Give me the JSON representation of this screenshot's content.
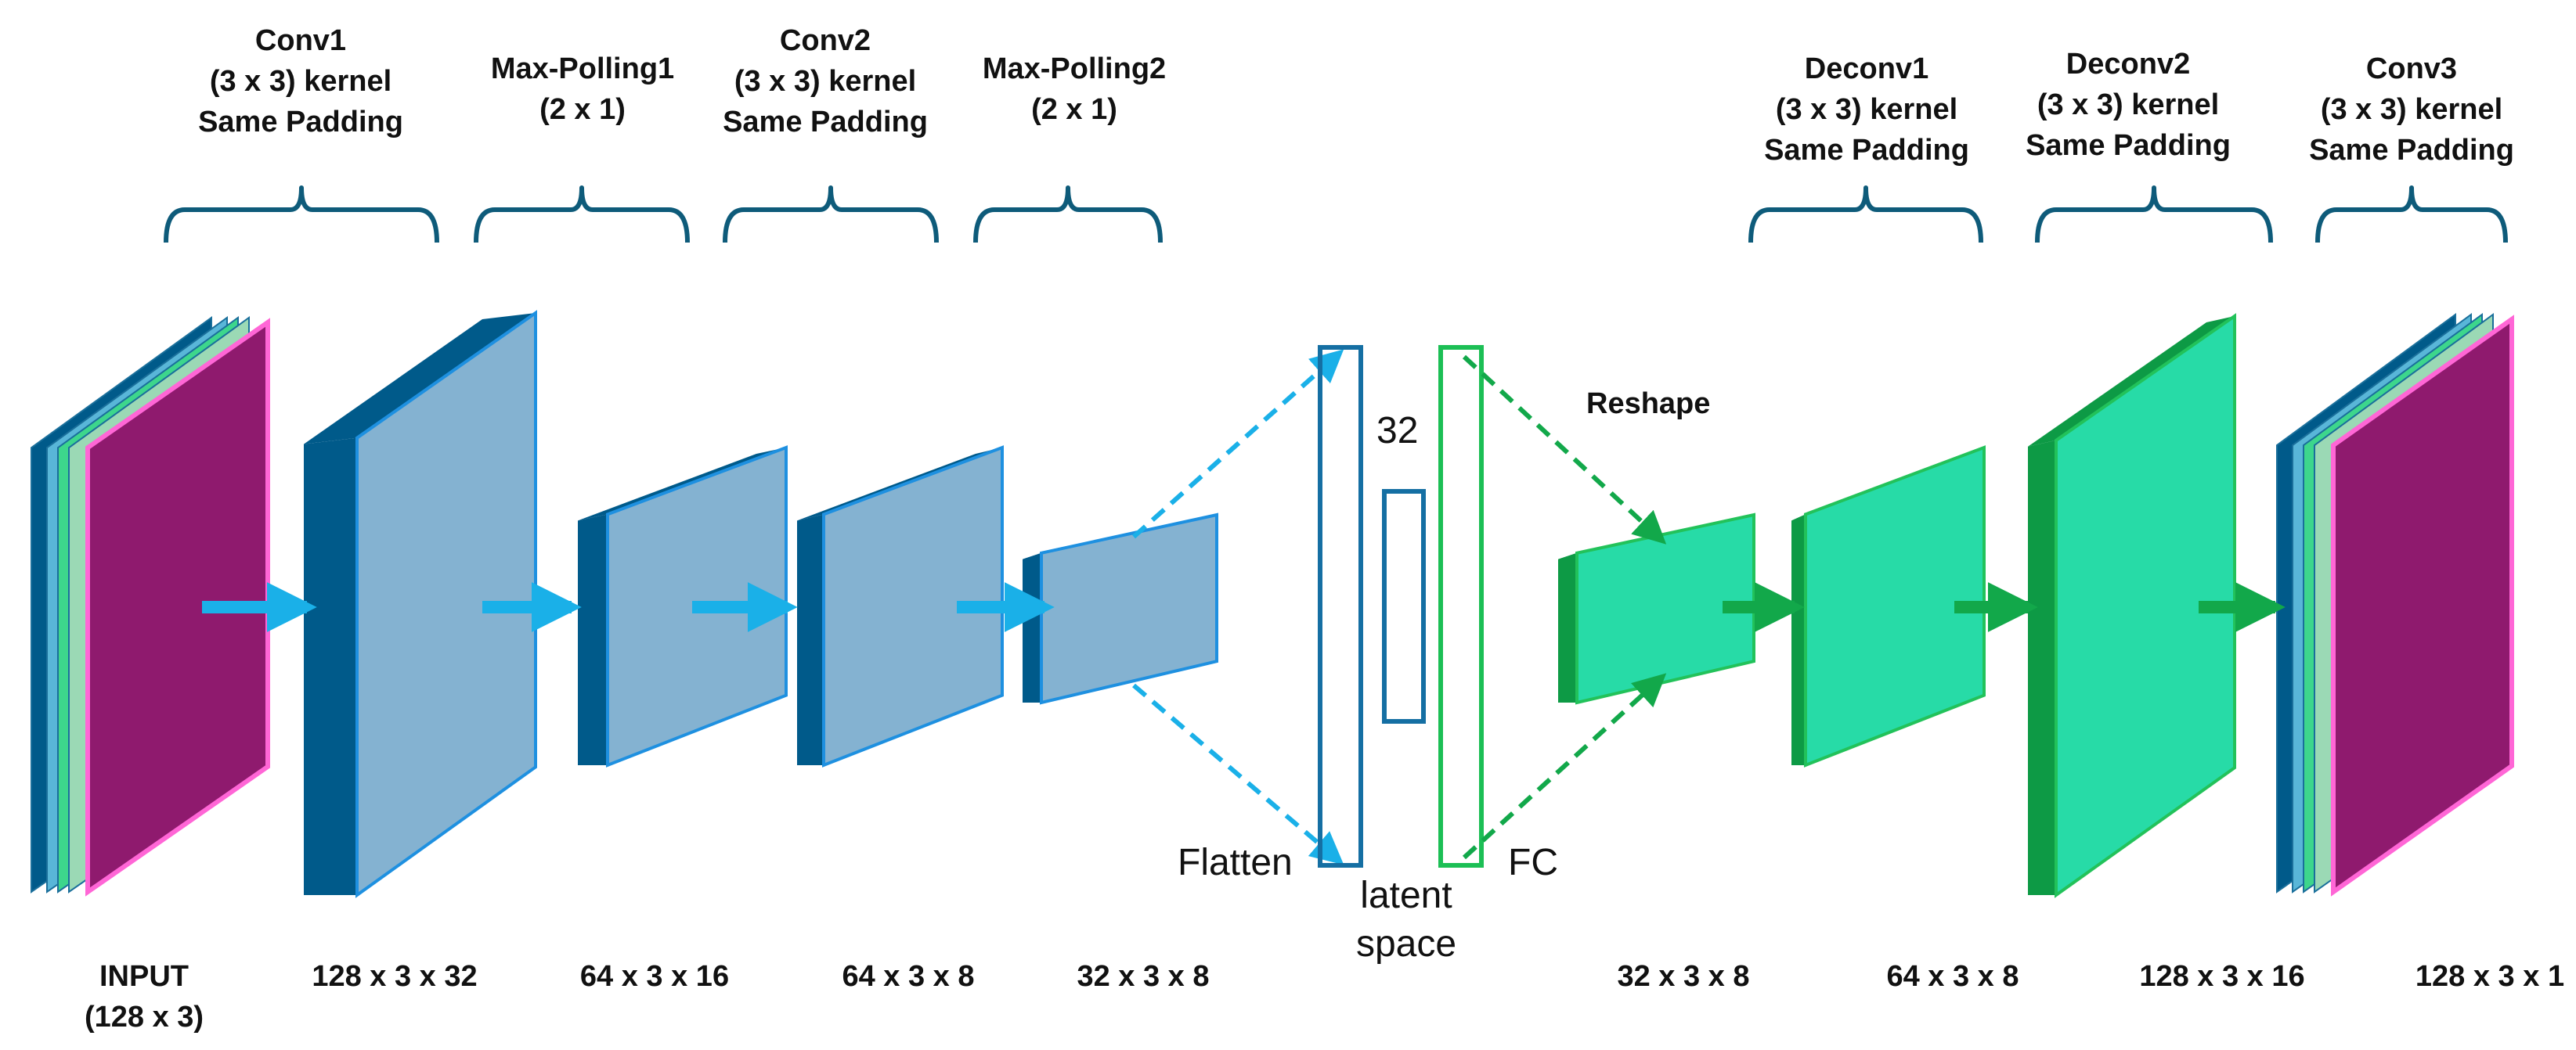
{
  "layers": [
    {
      "name": "Conv1",
      "lines": [
        "Conv1",
        "(3 x 3) kernel",
        "Same Padding"
      ]
    },
    {
      "name": "Max-Polling1",
      "lines": [
        "Max-Polling1",
        "(2 x 1)"
      ]
    },
    {
      "name": "Conv2",
      "lines": [
        "Conv2",
        "(3 x 3) kernel",
        "Same Padding"
      ]
    },
    {
      "name": "Max-Polling2",
      "lines": [
        "Max-Polling2",
        "(2 x 1)"
      ]
    },
    {
      "name": "Deconv1",
      "lines": [
        "Deconv1",
        "(3 x 3) kernel",
        "Same Padding"
      ]
    },
    {
      "name": "Deconv2",
      "lines": [
        "Deconv2",
        "(3 x 3) kernel",
        "Same Padding"
      ]
    },
    {
      "name": "Conv3",
      "lines": [
        "Conv3",
        "(3 x 3) kernel",
        "Same Padding"
      ]
    }
  ],
  "shapes": [
    {
      "lines": [
        "INPUT",
        "(128 x 3)"
      ]
    },
    {
      "lines": [
        "128 x 3 x 32"
      ]
    },
    {
      "lines": [
        "64 x 3 x 16"
      ]
    },
    {
      "lines": [
        "64 x 3 x 8"
      ]
    },
    {
      "lines": [
        "32 x 3 x 8"
      ]
    },
    {
      "lines": [
        "32 x 3 x 8"
      ]
    },
    {
      "lines": [
        "64 x 3 x 8"
      ]
    },
    {
      "lines": [
        "128 x 3 x 16"
      ]
    },
    {
      "lines": [
        "128 x 3 x 1"
      ]
    }
  ],
  "middle": {
    "flatten": "Flatten",
    "fc": "FC",
    "latent_size": "32",
    "latent_space": [
      "latent",
      "space"
    ],
    "reshape": "Reshape"
  },
  "colors": {
    "encoder_front": "#84b2d1",
    "encoder_side": "#005a8a",
    "encoder_edge": "#1e90e0",
    "decoder_front": "#27dba7",
    "decoder_side": "#0d9a45",
    "decoder_edge": "#22c25a",
    "io_front": "#8f1a6e",
    "io_edge": "#ff66d6",
    "io_stack_green": "#3dd68c",
    "io_stack_light": "#59b6d8",
    "brace": "#0e5b7a",
    "arrow_blue": "#1ab0e8",
    "arrow_green": "#12a84a",
    "latent_blue": "#156fa3",
    "latent_green": "#1cbf55",
    "dash_blue": "#1ab0e8",
    "dash_green": "#12a84a"
  }
}
